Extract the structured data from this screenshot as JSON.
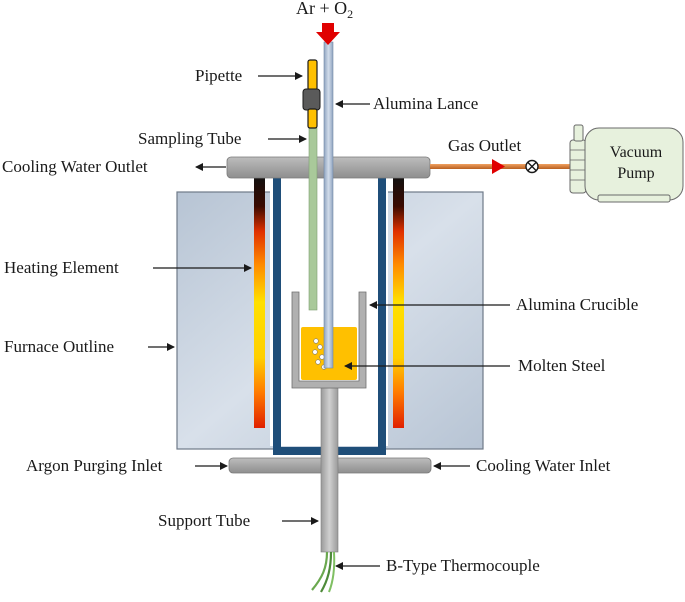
{
  "title_gas": "Ar + O",
  "title_gas_sub": "2",
  "labels": {
    "pipette": "Pipette",
    "alumina_lance": "Alumina Lance",
    "sampling_tube": "Sampling Tube",
    "gas_outlet": "Gas Outlet",
    "cooling_water_outlet": "Cooling Water Outlet",
    "heating_element": "Heating Element",
    "alumina_crucible": "Alumina Crucible",
    "furnace_outline": "Furnace Outline",
    "molten_steel": "Molten Steel",
    "argon_purging_inlet": "Argon Purging Inlet",
    "cooling_water_inlet": "Cooling Water Inlet",
    "support_tube": "Support Tube",
    "b_type_thermocouple": "B-Type Thermocouple"
  },
  "vacuum_pump": {
    "line1": "Vacuum",
    "line2": "Pump"
  },
  "colors": {
    "furnace_fill": "#c9d3e0",
    "cooling_plate": "#a8a8a8",
    "furnace_wall": "#1f4e79",
    "molten_steel": "#ffc000",
    "gas_arrow": "#e00000",
    "pump_fill": "#e7f1dd",
    "gas_outlet_pipe": "#d9803a",
    "sampling_tube": "#a9c99a",
    "lance": "#aebfd6"
  }
}
